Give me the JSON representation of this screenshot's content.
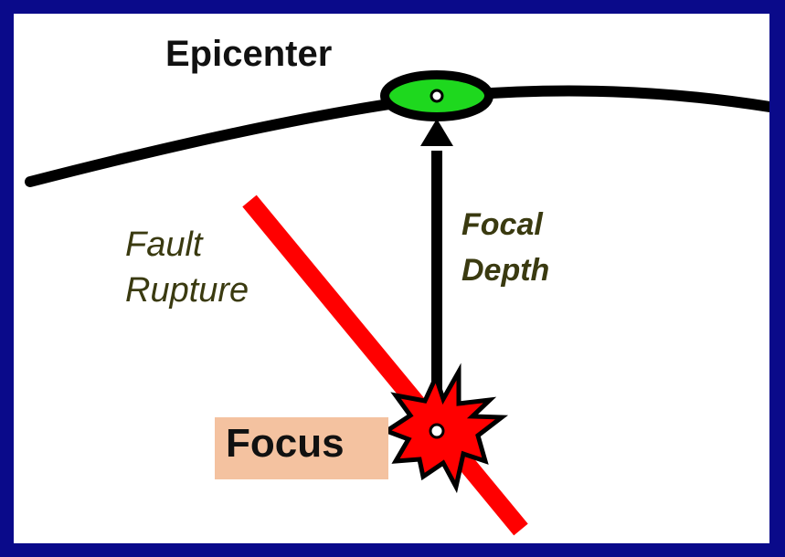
{
  "labels": {
    "epicenter": "Epicenter",
    "fault_line1": "Fault",
    "fault_line2": "Rupture",
    "focal_line1": "Focal",
    "focal_line2": "Depth",
    "focus": "Focus"
  },
  "colors": {
    "border": "#0a0a8a",
    "background": "#ffffff",
    "ground_line": "#000000",
    "epicenter_fill": "#1ed81e",
    "fault": "#ff0000",
    "focus_burst": "#ff0000",
    "focus_box": "#f4c2a0"
  }
}
